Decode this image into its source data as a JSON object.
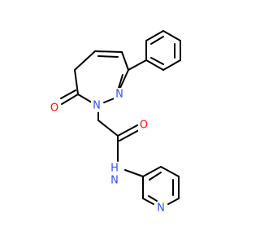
{
  "molecule": {
    "atoms": {
      "o1": {
        "symbol": "O",
        "color": "#ff0d0d"
      },
      "n1": {
        "symbol": "N",
        "color": "#3050f8"
      },
      "n2": {
        "symbol": "N",
        "color": "#3050f8"
      },
      "o2": {
        "symbol": "O",
        "color": "#ff0d0d"
      },
      "nh": {
        "symbol": "H",
        "color": "#3050f8"
      },
      "nh_n": {
        "symbol": "N",
        "color": "#3050f8"
      },
      "npyr": {
        "symbol": "N",
        "color": "#3050f8"
      }
    },
    "bond_color": "#000000"
  }
}
